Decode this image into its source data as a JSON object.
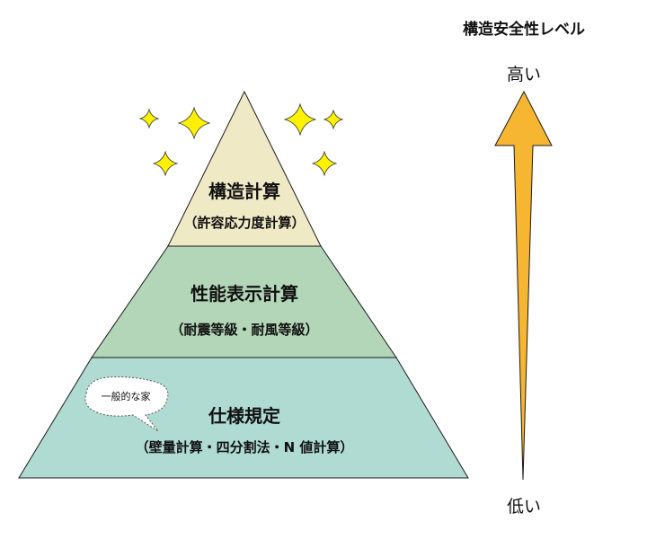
{
  "colors": {
    "tier_top": "#efe9c6",
    "tier_middle": "#b3d6b8",
    "tier_bottom": "#b0dbd3",
    "outline": "#1a1a1a",
    "arrow_fill": "#f7b632",
    "sparkle": "#fff100"
  },
  "pyramid": {
    "top": {
      "title": "構造計算",
      "subtitle": "（許容応力度計算）"
    },
    "middle": {
      "title": "性能表示計算",
      "subtitle": "（耐震等級・耐風等級）"
    },
    "bottom": {
      "title": "仕様規定",
      "subtitle": "（壁量計算・四分割法・N 値計算）",
      "bubble": "一般的な家"
    }
  },
  "side": {
    "title": "構造安全性レベル",
    "high": "高い",
    "low": "低い"
  },
  "icons": [
    "sparkle-icon",
    "arrow-up-icon",
    "speech-bubble-icon"
  ]
}
